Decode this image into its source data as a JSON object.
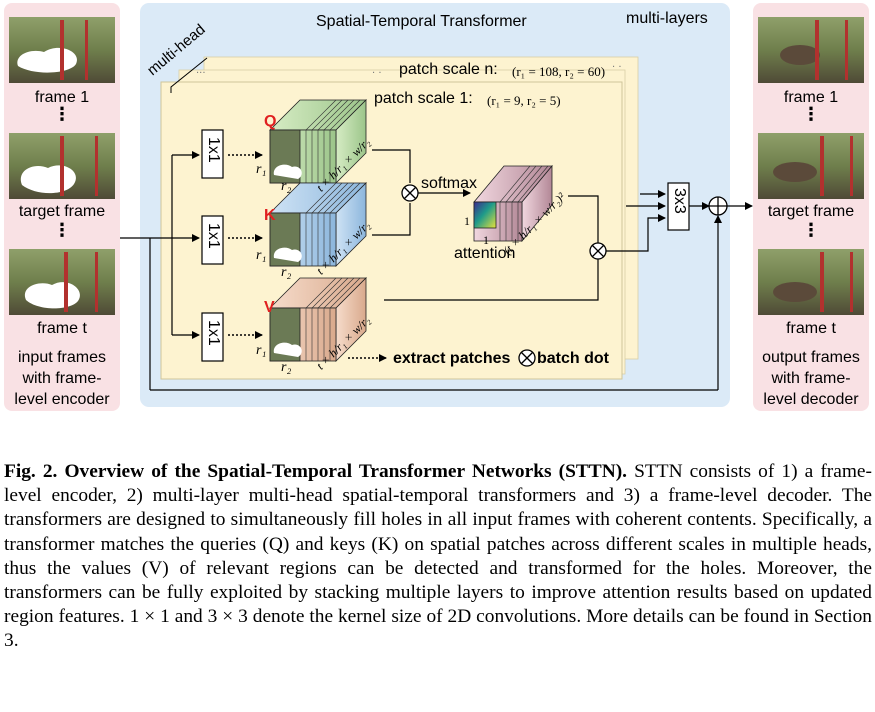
{
  "figure": {
    "transformer_title": "Spatial-Temporal Transformer",
    "multi_layers": "multi-layers",
    "multi_head": "multi-head",
    "patch_scale_n": "patch scale n:",
    "patch_scale_n_params": "(r₁ = 108, r₂ = 60)",
    "patch_scale_1": "patch scale 1:",
    "patch_scale_1_params": "(r₁ = 9, r₂ = 5)",
    "conv_1x1": "1x1",
    "conv_3x3": "3x3",
    "q_label": "Q",
    "k_label": "K",
    "v_label": "V",
    "r1": "r₁",
    "r2": "r₂",
    "cube_dim": "t × h/r₁ × w/r₂",
    "softmax": "softmax",
    "attention": "attention",
    "att_dim": "(t × h/r₁ × w/r₂)²",
    "att_one_a": "1",
    "att_one_b": "1",
    "legend_extract": "extract patches",
    "legend_batch": "batch dot",
    "input_frames": [
      "frame 1",
      "target frame",
      "frame t"
    ],
    "input_caption": "input frames with frame-level encoder",
    "output_frames": [
      "frame 1",
      "target frame",
      "frame t"
    ],
    "output_caption": "output frames with frame-level decoder",
    "ellipsis": "⋮",
    "colors": {
      "pink_panel": "#f9e1e4",
      "blue_panel": "#dbeaf7",
      "yellow_panel": "#fdf3d0",
      "qkv_red": "#e02020"
    },
    "icons": [
      "otimes-icon",
      "oplus-icon",
      "arrow-icon"
    ]
  },
  "caption": {
    "title": "Fig. 2. Overview of the Spatial-Temporal Transformer Networks (STTN).",
    "body": "STTN consists of 1) a frame-level encoder, 2) multi-layer multi-head spatial-temporal transformers and 3) a frame-level decoder. The transformers are designed to simultaneously fill holes in all input frames with coherent contents. Specifically, a transformer matches the queries (Q) and keys (K) on spatial patches across different scales in multiple heads, thus the values (V) of relevant regions can be detected and transformed for the holes. Moreover, the transformers can be fully exploited by stacking multiple layers to improve attention results based on updated region features. 1 × 1 and 3 × 3 denote the kernel size of 2D convolutions. More details can be found in Section 3."
  }
}
